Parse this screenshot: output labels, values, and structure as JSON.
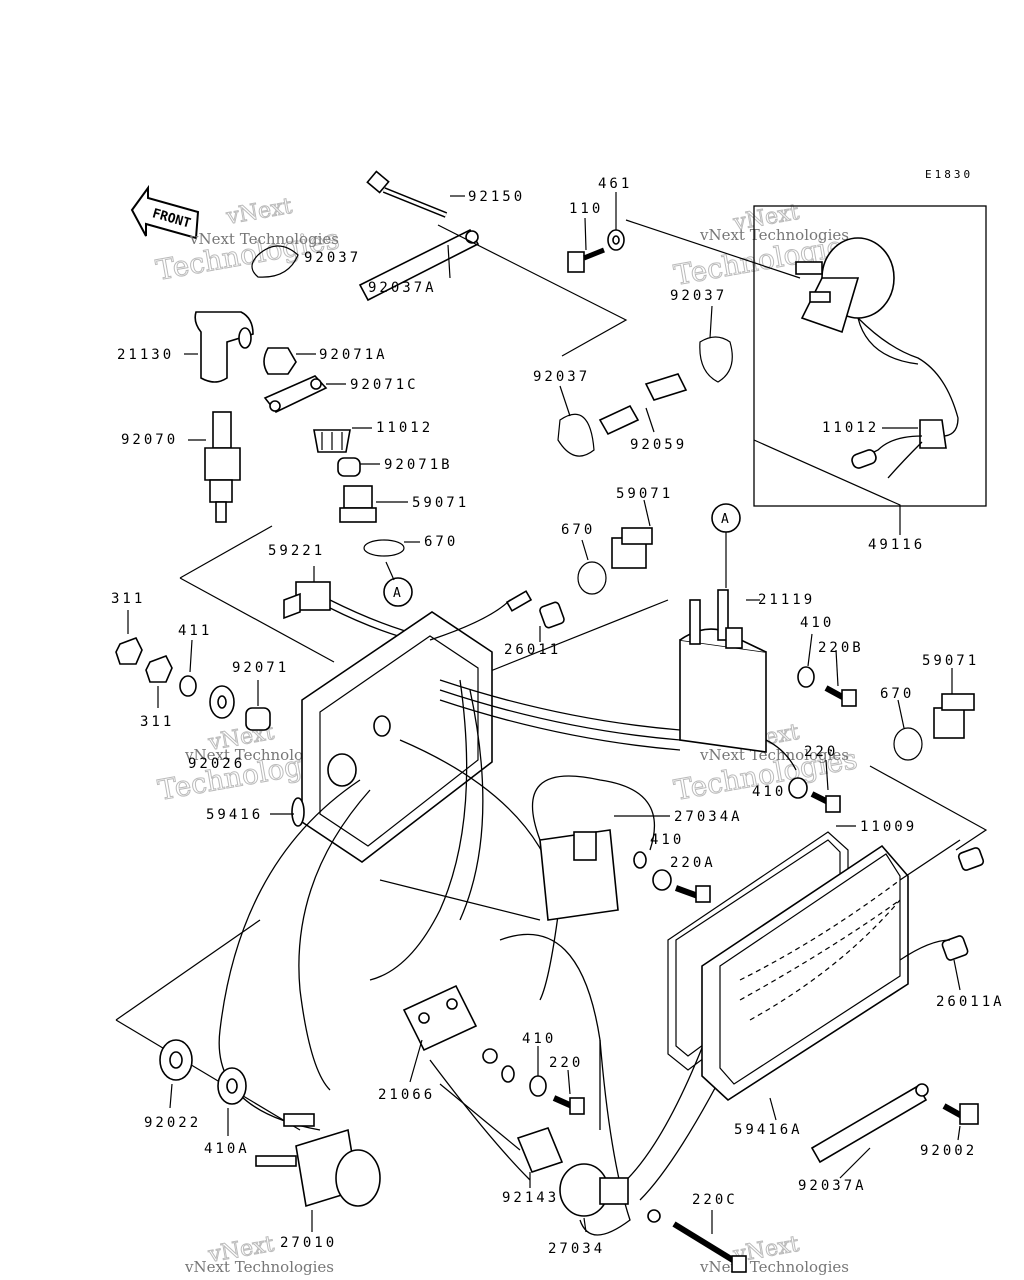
{
  "diagram_code": "E1830",
  "front_label": "FRONT",
  "callout_letter": "A",
  "watermark": {
    "line1": "vNext",
    "line2": "Technologies",
    "caption": "vNext Technologies"
  },
  "labels": {
    "p92150": "92150",
    "p92037_tl": "92037",
    "p92037A_top": "92037A",
    "p21130": "21130",
    "p92071A": "92071A",
    "p92071C": "92071C",
    "p11012_left": "11012",
    "p92070": "92070",
    "p92071B": "92071B",
    "p59071_left": "59071",
    "p670_left": "670",
    "p59221": "59221",
    "p461": "461",
    "p110": "110",
    "p92037_right": "92037",
    "p92037_mid": "92037",
    "p92059": "92059",
    "p11012_right": "11012",
    "p49116": "49116",
    "p59071_mid": "59071",
    "p670_mid": "670",
    "p21119": "21119",
    "p410_a": "410",
    "p220B": "220B",
    "p59071_right": "59071",
    "p670_right": "670",
    "p311_top": "311",
    "p411": "411",
    "p311_bot": "311",
    "p92071": "92071",
    "p92026": "92026",
    "p26011": "26011",
    "p220_right": "220",
    "p410_b": "410",
    "p59416": "59416",
    "p27034A": "27034A",
    "p11009": "11009",
    "p410_c": "410",
    "p220A": "220A",
    "p26011A": "26011A",
    "p21066": "21066",
    "p410_d": "410",
    "p220_low": "220",
    "p92022": "92022",
    "p410A": "410A",
    "p59416A": "59416A",
    "p92002": "92002",
    "p92037A_bot": "92037A",
    "p92143": "92143",
    "p220C": "220C",
    "p27010": "27010",
    "p27034": "27034"
  }
}
